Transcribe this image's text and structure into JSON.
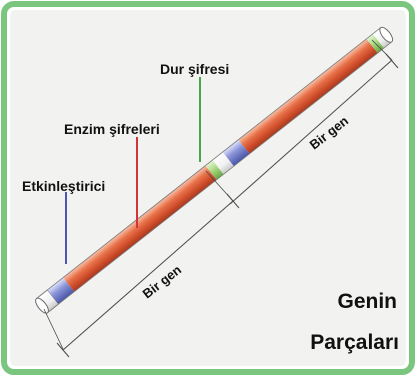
{
  "labels": {
    "dur_sifresi": "Dur şifresi",
    "enzim_sifreleri": "Enzim şifreleri",
    "etkinlestirici": "Etkinleştirici",
    "bir_gen_upper": "Bir gen",
    "bir_gen_lower": "Bir gen",
    "title_line1": "Genin",
    "title_line2": "Parçaları"
  },
  "colors": {
    "frame_border": "#7bc67f",
    "panel_background": "#f2f2f0",
    "coding_segment": "#e0603a",
    "promoter_segment": "#6f7fc8",
    "stop_segment": "#9fd07a",
    "pointer_red": "#d2343a",
    "pointer_blue": "#4856b8",
    "pointer_green": "#4aa54a"
  }
}
